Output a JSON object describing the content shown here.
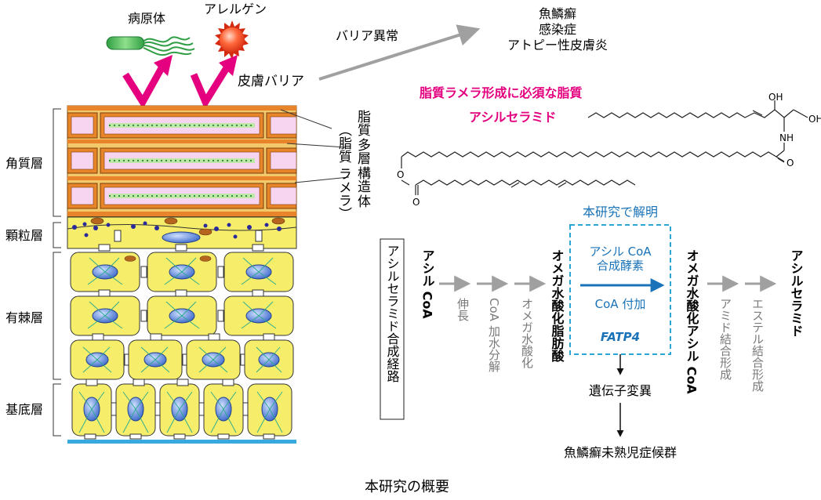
{
  "top_labels": {
    "pathogen": "病原体",
    "allergen": "アレルゲン"
  },
  "skin_barrier": "皮膚バリア",
  "barrier_abnormal": "バリア異常",
  "diseases": [
    "魚鱗癬",
    "感染症",
    "アトピー性皮膚炎"
  ],
  "lipid_label": {
    "lines": [
      "脂質",
      "多層",
      "構造",
      "体"
    ],
    "paren_lines": [
      "（脂質",
      "ラメラ）"
    ]
  },
  "layers": {
    "stratum_corneum": "角質層",
    "granular": "顆粒層",
    "spinous": "有棘層",
    "basal": "基底層"
  },
  "essential_lipid": "脂質ラメラ形成に必須な脂質",
  "acylceramide": "アシルセラミド",
  "chem": {
    "oh1": "OH",
    "oh2": "OH",
    "nh": "NH",
    "o1": "O",
    "o2": "O",
    "o3": "O"
  },
  "pathway": {
    "title": "アシルセラミド合成経路",
    "steps": [
      {
        "label": "アシル CoA",
        "style": "main"
      },
      {
        "label": "伸長",
        "style": "sub"
      },
      {
        "label": "CoA 加水分解",
        "style": "sub"
      },
      {
        "label": "オメガ水酸化",
        "style": "sub"
      },
      {
        "label": "オメガ水酸化脂肪酸",
        "style": "main"
      },
      {
        "label": "オメガ水酸化アシル CoA",
        "style": "main"
      },
      {
        "label": "アミド結合形成",
        "style": "sub"
      },
      {
        "label": "エステル結合形成",
        "style": "sub"
      },
      {
        "label": "アシルセラミド",
        "style": "main"
      }
    ],
    "box_title": "本研究で解明",
    "box_lines": [
      "アシル CoA",
      "合成酵素"
    ],
    "box_step": "CoA 付加",
    "box_gene": "FATP4",
    "gene_mutation": "遺伝子変異",
    "disease": "魚鱗癬未熟児症候群"
  },
  "caption": "本研究の概要",
  "colors": {
    "magenta": "#e4007f",
    "cyan": "#2aa6d6",
    "blue_text": "#1a73b8",
    "gray_text": "#7a7a7a",
    "keratin": "#e8842a",
    "cell_yellow": "#f6ee6a",
    "nucleus": "#4f7fd6",
    "basement": "#38a9de"
  }
}
